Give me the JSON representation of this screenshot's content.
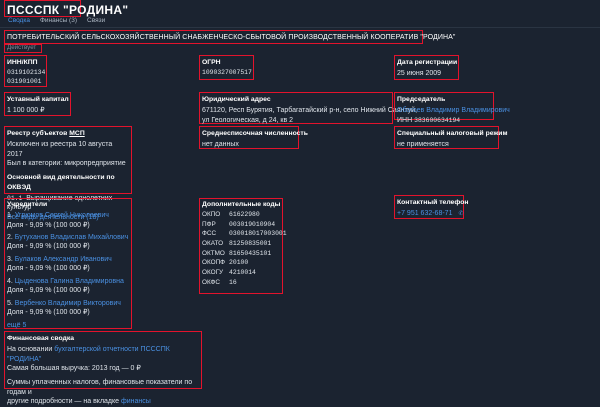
{
  "header": {
    "title": "ПСССПК \"РОДИНА\"",
    "tabs": [
      {
        "label": "Сводка",
        "active": true
      },
      {
        "label": "Финансы (3)",
        "active": false
      },
      {
        "label": "Связи",
        "active": false
      }
    ]
  },
  "company": {
    "full_name": "ПОТРЕБИТЕЛЬСКИЙ СЕЛЬСКОХОЗЯЙСТВЕННЫЙ СНАБЖЕНЧЕСКО-СБЫТОВОЙ ПРОИЗВОДСТВЕННЫЙ КООПЕРАТИВ \"РОДИНА\"",
    "status": "Действует"
  },
  "ids": {
    "inn_kpp_label": "ИНН/КПП",
    "inn": "0319102134",
    "kpp": "031901001",
    "ogrn_label": "ОГРН",
    "ogrn": "1090327007517",
    "reg_date_label": "Дата регистрации",
    "reg_date": "25 июня 2009"
  },
  "capital": {
    "label": "Уставный капитал",
    "value": "1 100 000 ₽"
  },
  "address": {
    "label": "Юридический адрес",
    "line1": "671120, Респ Бурятия, Тарбагатайский р-н, село Нижний Саянтуй,",
    "line2": "ул Геологическая, д 24, кв 2"
  },
  "director": {
    "label": "Председатель",
    "name": "Обогоев Владимир Владимирович",
    "inn_prefix": "ИНН",
    "inn": "383600634194"
  },
  "msp": {
    "label_prefix": "Реестр субъектов",
    "label_link": "МСП",
    "line1": "Исключен из реестра 10 августа 2017",
    "line2": "Был в категории: микропредприятие",
    "okved_label": "Основной вид деятельности по ОКВЭД",
    "okved_code": "01.1",
    "okved_text": "Выращивание однолетних культур",
    "all_activities": "Все виды деятельности (18)"
  },
  "headcount": {
    "label": "Среднесписочная численность",
    "value": "нет данных"
  },
  "tax": {
    "label": "Специальный налоговый режим",
    "value": "не применяется"
  },
  "founders": {
    "label": "Учредители",
    "items": [
      {
        "num": "1.",
        "name": "Угрюмов Сергей Николаевич",
        "share": "Доля - 9,09 % (100 000 ₽)"
      },
      {
        "num": "2.",
        "name": "Бутуханов Владислав Михайлович",
        "share": "Доля - 9,09 % (100 000 ₽)"
      },
      {
        "num": "3.",
        "name": "Булаков Александр Иванович",
        "share": "Доля - 9,09 % (100 000 ₽)"
      },
      {
        "num": "4.",
        "name": "Цыденова Галина Владимировна",
        "share": "Доля - 9,09 % (100 000 ₽)"
      },
      {
        "num": "5.",
        "name": "Вербенко Владимир Викторович",
        "share": "Доля - 9,09 % (100 000 ₽)"
      }
    ],
    "more": "ещё 5"
  },
  "codes": {
    "label": "Дополнительные коды",
    "rows": [
      {
        "k": "ОКПО",
        "v": "61622980"
      },
      {
        "k": "ПФР",
        "v": "003019010904"
      },
      {
        "k": "ФСС",
        "v": "030018017003001"
      },
      {
        "k": "ОКАТО",
        "v": "81250835001"
      },
      {
        "k": "ОКТМО",
        "v": "81650435101"
      },
      {
        "k": "ОКОПФ",
        "v": "20100"
      },
      {
        "k": "ОКОГУ",
        "v": "4210014"
      },
      {
        "k": "ОКФС",
        "v": "16"
      }
    ]
  },
  "phone": {
    "label": "Контактный телефон",
    "value": "+7 951 632-68-71"
  },
  "finance": {
    "label": "Финансовая сводка",
    "basis_prefix": "На основании",
    "basis_link": "бухгалтерской отчетности ПСССПК \"РОДИНА\"",
    "max_revenue": "Самая большая выручка: 2013 год — 0 ₽",
    "taxes_line1": "Суммы уплаченных налогов, финансовые показатели по годам и",
    "taxes_line2_prefix": "другие подробности — на вкладке",
    "taxes_link": "финансы"
  }
}
